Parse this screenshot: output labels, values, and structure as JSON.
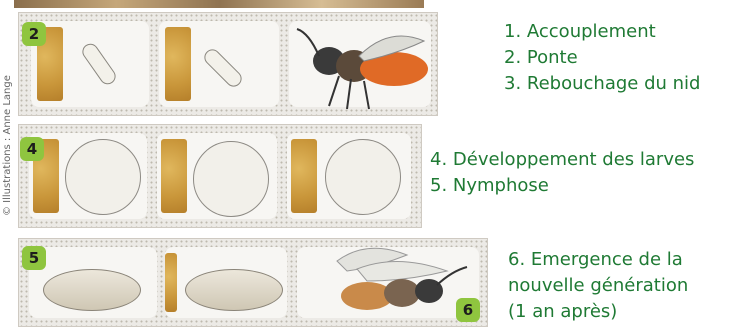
{
  "credit": "© Illustrations : Anne Lange",
  "rows": [
    {
      "badge": "2",
      "captions": [
        "1. Accouplement",
        "2. Ponte",
        "3. Rebouchage du nid"
      ]
    },
    {
      "badge": "4",
      "captions": [
        "4. Développement des larves",
        "5. Nymphose"
      ]
    },
    {
      "badge": "5",
      "badge_secondary": "6",
      "captions": [
        "6. Emergence de la",
        "nouvelle génération",
        "(1 an après)"
      ]
    }
  ],
  "colors": {
    "caption": "#1f7a34",
    "badge": "#8fc53f",
    "plug": "#c9963a",
    "bee_abdomen": "#e06a26"
  },
  "icons": [
    "egg-icon",
    "larva-icon",
    "cocoon-icon",
    "bee-icon"
  ]
}
